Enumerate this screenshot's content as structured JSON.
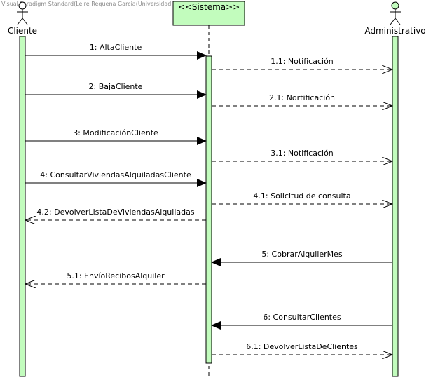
{
  "watermark": "Visual Paradigm Standard(Leire Requena Garcia(Universidad Granada))",
  "colors": {
    "activation_fill": "#c2fcbd",
    "box_fill": "#c2fcbd",
    "stroke": "#000000",
    "watermark": "#8a8a8a"
  },
  "lifelines": {
    "cliente": {
      "name": "Cliente",
      "kind": "actor"
    },
    "sistema": {
      "name": "<<Sistema>>",
      "kind": "box"
    },
    "administrativo": {
      "name": "Administrativo",
      "kind": "actor"
    }
  },
  "messages": [
    {
      "label": "1: AltaCliente",
      "from": "cliente",
      "to": "sistema",
      "style": "sync"
    },
    {
      "label": "1.1: Notificación",
      "from": "sistema",
      "to": "administrativo",
      "style": "return"
    },
    {
      "label": "2: BajaCliente",
      "from": "cliente",
      "to": "sistema",
      "style": "sync"
    },
    {
      "label": "2.1: Nortificación",
      "from": "sistema",
      "to": "administrativo",
      "style": "return"
    },
    {
      "label": "3: ModificaciónCliente",
      "from": "cliente",
      "to": "sistema",
      "style": "sync"
    },
    {
      "label": "3.1: Notificación",
      "from": "sistema",
      "to": "administrativo",
      "style": "return"
    },
    {
      "label": "4: ConsultarViviendasAlquiladasCliente",
      "from": "cliente",
      "to": "sistema",
      "style": "sync"
    },
    {
      "label": "4.1: Solicitud de consulta",
      "from": "sistema",
      "to": "administrativo",
      "style": "return"
    },
    {
      "label": "4.2: DevolverListaDeViviendasAlquiladas",
      "from": "sistema",
      "to": "cliente",
      "style": "return"
    },
    {
      "label": "5: CobrarAlquilerMes",
      "from": "administrativo",
      "to": "sistema",
      "style": "sync"
    },
    {
      "label": "5.1: EnvíoRecibosAlquiler",
      "from": "sistema",
      "to": "cliente",
      "style": "return"
    },
    {
      "label": "6: ConsultarClientes",
      "from": "administrativo",
      "to": "sistema",
      "style": "sync"
    },
    {
      "label": "6.1: DevolverListaDeClientes",
      "from": "sistema",
      "to": "administrativo",
      "style": "return"
    }
  ]
}
